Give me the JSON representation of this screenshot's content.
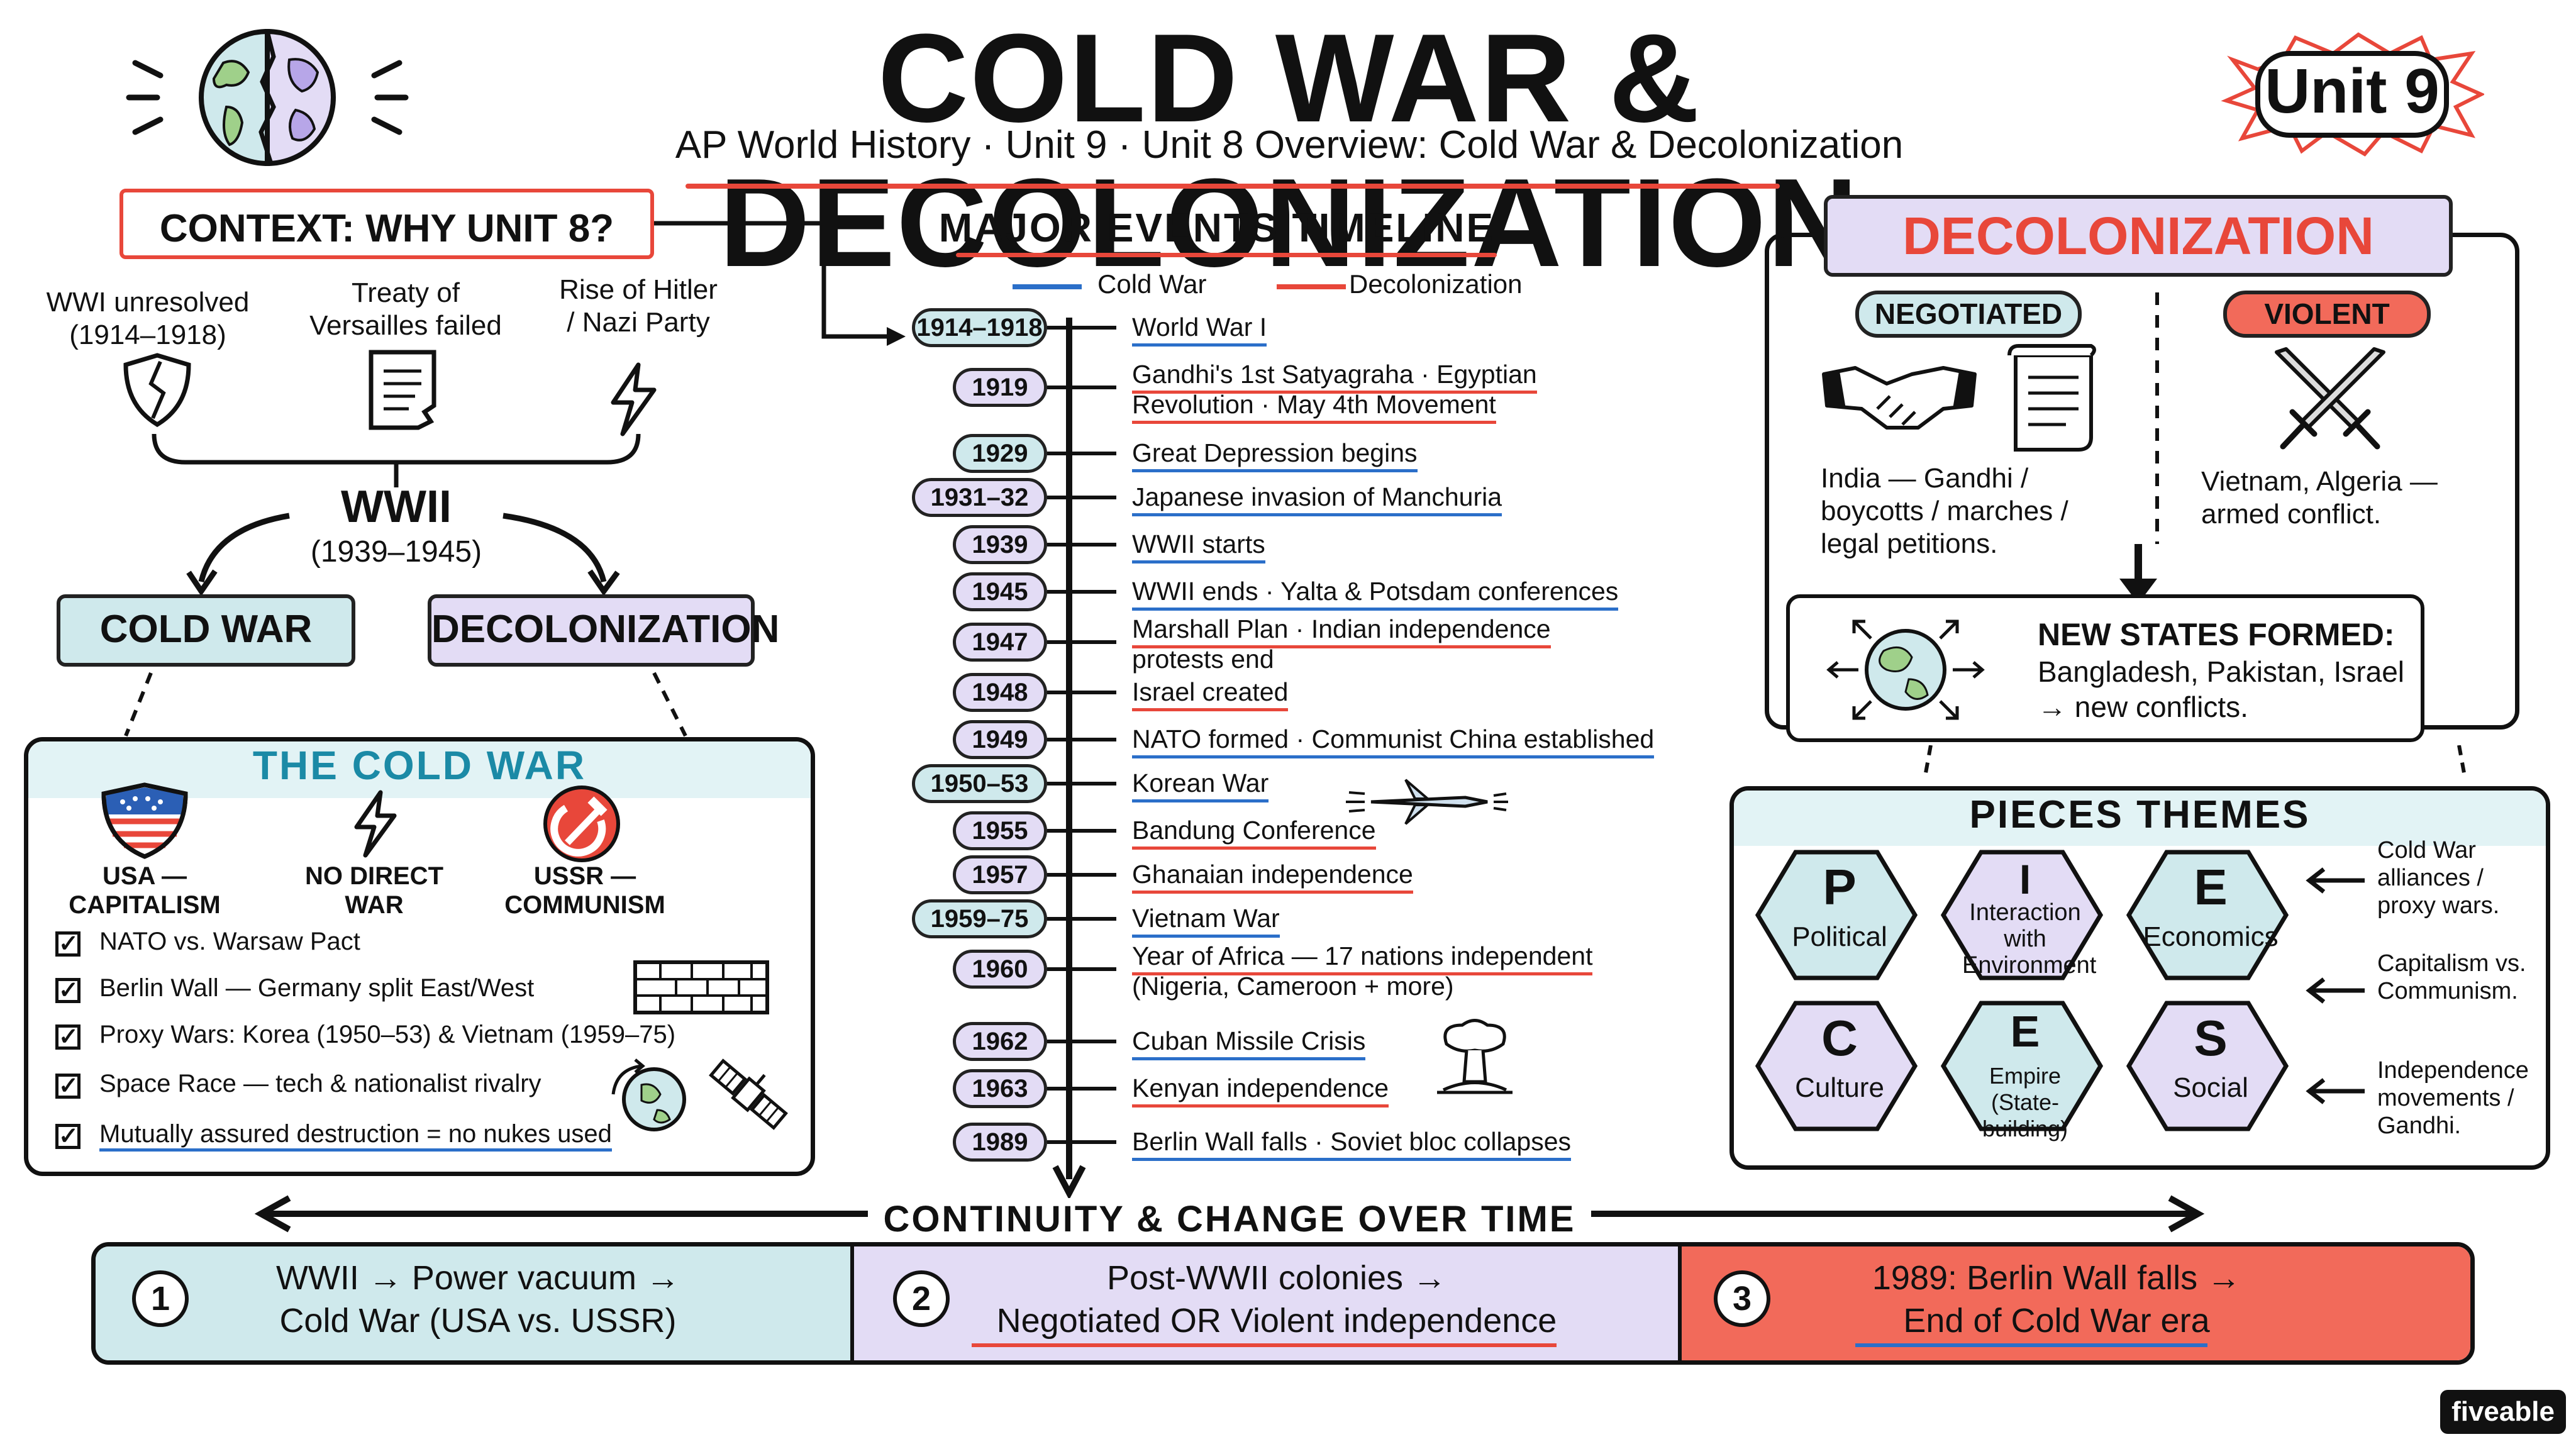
{
  "header": {
    "title": "COLD WAR & DECOLONIZATION",
    "subtitle": "AP World History · Unit 9 · Unit 8 Overview: Cold War & Decolonization",
    "unit_badge": "Unit 9"
  },
  "context": {
    "title": "CONTEXT: WHY UNIT 8?",
    "causes": [
      {
        "text": "WWI unresolved (1914–1918)",
        "icon": "cracked-shield-icon"
      },
      {
        "text": "Treaty of Versailles failed",
        "icon": "torn-document-icon"
      },
      {
        "text": "Rise of Hitler / Nazi Party",
        "icon": "lightning-icon"
      }
    ],
    "wwii_title": "WWII",
    "wwii_years": "(1939–1945)",
    "branch_cold_war": "COLD WAR",
    "branch_decolonization": "DECOLONIZATION"
  },
  "cold_war": {
    "title": "THE COLD WAR",
    "sides": [
      {
        "text": "USA — CAPITALISM",
        "icon": "us-shield-icon"
      },
      {
        "text": "NO DIRECT WAR",
        "icon": "lightning-icon"
      },
      {
        "text": "USSR — COMMUNISM",
        "icon": "hammer-sickle-icon"
      }
    ],
    "checklist": [
      "NATO vs. Warsaw Pact",
      "Berlin Wall — Germany split East/West",
      "Proxy Wars: Korea (1950–53) & Vietnam (1959–75)",
      "Space Race — tech & nationalist rivalry",
      "Mutually assured destruction = no nukes used"
    ]
  },
  "timeline": {
    "title": "MAJOR EVENTS TIMELINE",
    "legend_cold_war": "Cold War",
    "legend_decolonization": "Decolonization",
    "colors": {
      "cold_war": "#2b6fc9",
      "decolonization": "#e8473a"
    },
    "events": [
      {
        "year": "1914–1918",
        "lines": [
          "World War I"
        ]
      },
      {
        "year": "1919",
        "lines": [
          "Gandhi's 1st Satyagraha · Egyptian",
          "Revolution · May 4th Movement"
        ]
      },
      {
        "year": "1929",
        "lines": [
          "Great Depression begins"
        ]
      },
      {
        "year": "1931–32",
        "lines": [
          "Japanese invasion of Manchuria"
        ]
      },
      {
        "year": "1939",
        "lines": [
          "WWII starts"
        ]
      },
      {
        "year": "1945",
        "lines": [
          "WWII ends · Yalta & Potsdam conferences"
        ]
      },
      {
        "year": "1947",
        "lines": [
          "Marshall Plan · Indian independence",
          "protests end"
        ]
      },
      {
        "year": "1948",
        "lines": [
          "Israel created"
        ]
      },
      {
        "year": "1949",
        "lines": [
          "NATO formed · Communist China established"
        ]
      },
      {
        "year": "1950–53",
        "lines": [
          "Korean War"
        ]
      },
      {
        "year": "1955",
        "lines": [
          "Bandung Conference"
        ]
      },
      {
        "year": "1957",
        "lines": [
          "Ghanaian independence"
        ]
      },
      {
        "year": "1959–75",
        "lines": [
          "Vietnam War"
        ]
      },
      {
        "year": "1960",
        "lines": [
          "Year of Africa — 17 nations independent",
          "(Nigeria, Cameroon + more)"
        ]
      },
      {
        "year": "1962",
        "lines": [
          "Cuban Missile Crisis"
        ]
      },
      {
        "year": "1963",
        "lines": [
          "Kenyan independence"
        ]
      },
      {
        "year": "1989",
        "lines": [
          "Berlin Wall falls · Soviet bloc collapses"
        ]
      }
    ]
  },
  "decolonization": {
    "title": "DECOLONIZATION",
    "negotiated_label": "NEGOTIATED",
    "negotiated_text": "India — Gandhi / boycotts / marches / legal petitions.",
    "violent_label": "VIOLENT",
    "violent_text": "Vietnam, Algeria — armed conflict.",
    "new_states_title": "NEW STATES FORMED:",
    "new_states_text": "Bangladesh, Pakistan, Israel → new conflicts."
  },
  "pieces": {
    "title": "PIECES THEMES",
    "themes": [
      {
        "letter": "P",
        "name": "Political"
      },
      {
        "letter": "I",
        "name": "Interaction with Environment"
      },
      {
        "letter": "E",
        "name": "Economics"
      },
      {
        "letter": "C",
        "name": "Culture"
      },
      {
        "letter": "E",
        "name": "Empire (State-building)"
      },
      {
        "letter": "S",
        "name": "Social"
      }
    ],
    "notes": [
      "Cold War alliances / proxy wars.",
      "Capitalism vs. Communism.",
      "Independence movements / Gandhi."
    ]
  },
  "ccot": {
    "title": "CONTINUITY & CHANGE OVER TIME",
    "items": [
      {
        "num": "1",
        "line1": "WWII → Power vacuum →",
        "line2": "Cold War (USA vs. USSR)"
      },
      {
        "num": "2",
        "line1": "Post-WWII colonies →",
        "line2": "Negotiated OR Violent independence"
      },
      {
        "num": "3",
        "line1": "1989: Berlin Wall falls →",
        "line2": "End of Cold War era"
      }
    ]
  },
  "brand": "fiveable"
}
